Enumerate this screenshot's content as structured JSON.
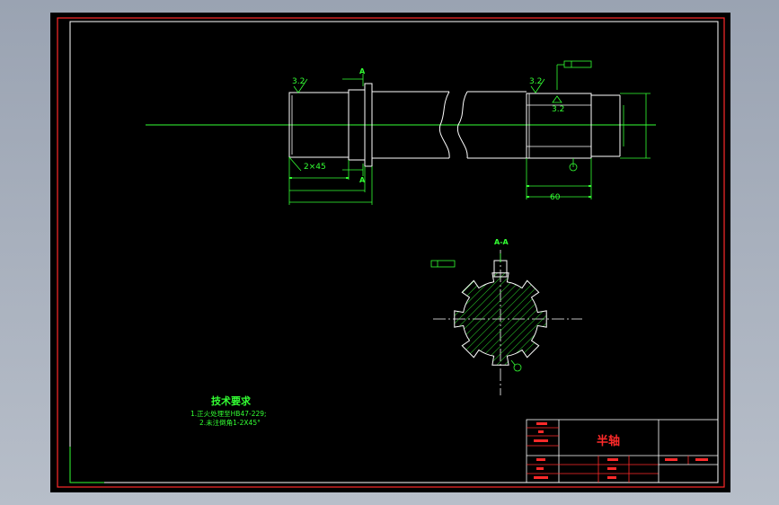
{
  "colors": {
    "background": "#000000",
    "frame": "#ff2a2a",
    "geometry": "#ffffff",
    "center_line": "#33ff33",
    "dimension": "#33ff33",
    "title_text": "#33ff33",
    "hatch": "#33ff33"
  },
  "labels": {
    "roughness_left": "3.2",
    "roughness_right_top": "3.2",
    "roughness_right_inner": "3.2",
    "section_mark_top": "A",
    "section_mark_bottom": "A",
    "chamfer": "2×45",
    "dim_right_width": "60",
    "section_title": "A-A"
  },
  "tech_requirements": {
    "heading": "技术要求",
    "line1": "1.正火处理至HB47-229;",
    "line2": "2.未注倒角1-2X45°"
  },
  "title_block": {
    "part_name": "半轴"
  }
}
